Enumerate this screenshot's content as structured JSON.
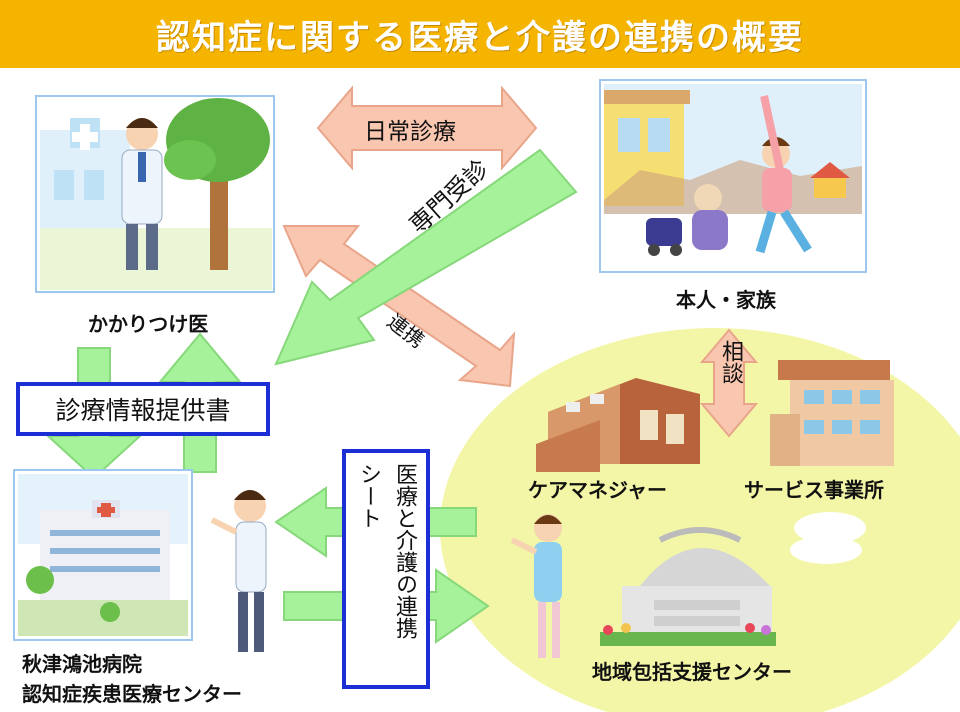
{
  "title": "認知症に関する医療と介護の連携の概要",
  "nodes": {
    "gp": "かかりつけ医",
    "patient_family": "本人・家族",
    "hospital_line1": "秋津鴻池病院",
    "hospital_line2": "認知症疾患医療センター",
    "care_manager": "ケアマネジャー",
    "service_office": "サービス事業所",
    "community_center": "地域包括支援センター"
  },
  "edges": {
    "daily_care": "日常診療",
    "specialist_visit": "専門受診",
    "cooperation": "連携",
    "consultation": "相談",
    "medical_info_doc": "診療情報提供書",
    "care_sheet_col1": "医療と介護の連携",
    "care_sheet_col2": "シート"
  },
  "colors": {
    "title_bg": "#f4b400",
    "pink_arrow": "#f9c6b0",
    "pink_arrow_stroke": "#e9a58a",
    "green_arrow": "#a6f29a",
    "green_arrow_stroke": "#86d87a",
    "ellipse": "#f3f6a6",
    "box_border": "#1c2fd6"
  }
}
